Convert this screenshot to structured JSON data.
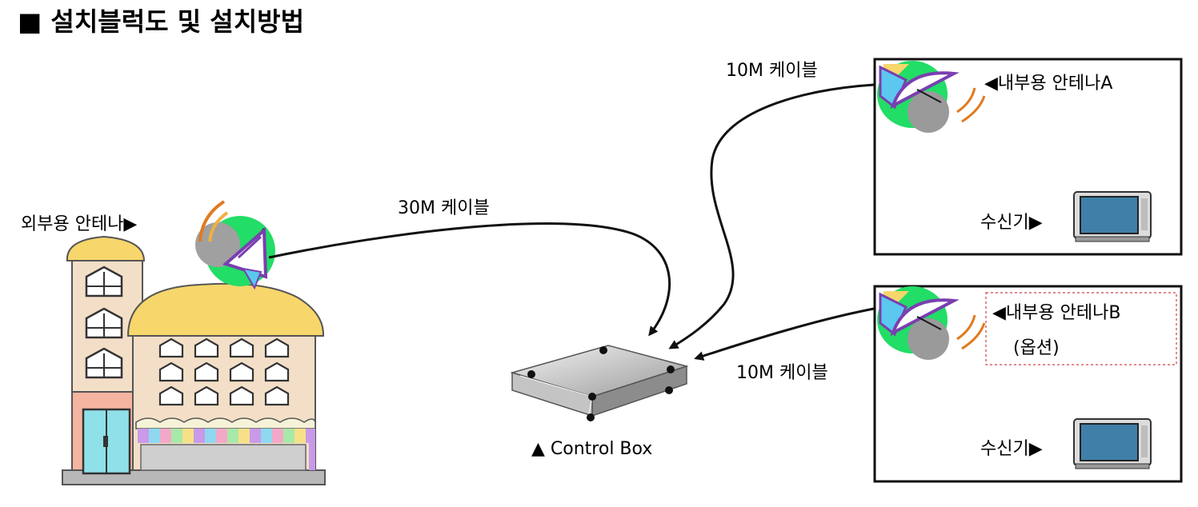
{
  "title": "■ 설치블럭도 및 설치방법",
  "labels": {
    "outdoor_antenna": "외부용 안테나▶",
    "cable_30m": "30M 케이블",
    "cable_10m_a": "10M 케이블",
    "cable_10m_b": "10M 케이블",
    "indoor_antenna_a": "◀내부용 안테나A",
    "indoor_antenna_b": "◀내부용 안테나B",
    "option": "(옵션)",
    "receiver_a": "수신기▶",
    "receiver_b": "수신기▶",
    "control_box": "▲ Control Box"
  },
  "colors": {
    "roof": "#f7d66b",
    "building": "#f3dfc8",
    "dish": "#7a3fb0",
    "antenna_glow": "#22dd66",
    "wave": "#e07a20",
    "tv_screen": "#3f7fa8"
  }
}
